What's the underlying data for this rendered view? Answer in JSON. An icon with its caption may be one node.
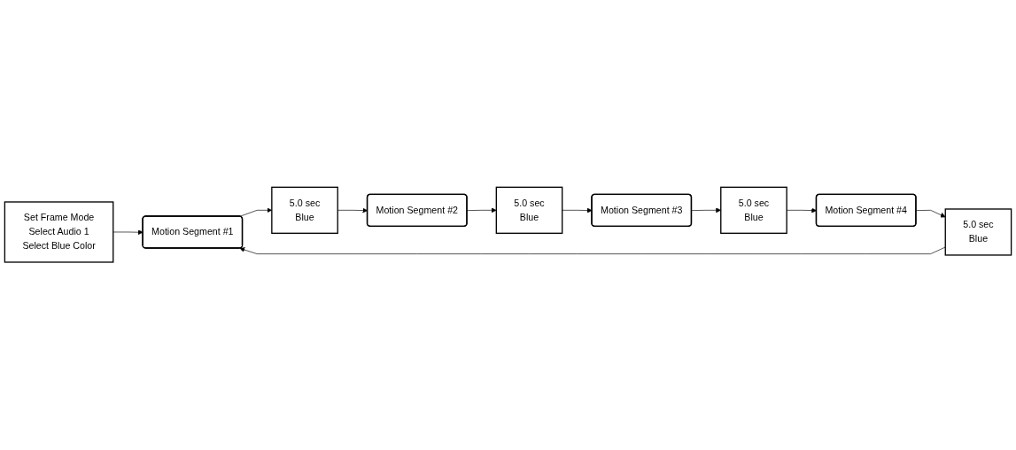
{
  "diagram": {
    "nodes": [
      {
        "text": [
          "Set Frame Mode",
          "Select Audio 1",
          "Select Blue Color"
        ]
      },
      {
        "text": [
          "Motion Segment #1"
        ]
      },
      {
        "text": [
          "5.0 sec",
          "Blue"
        ]
      },
      {
        "text": [
          "Motion Segment #2"
        ]
      },
      {
        "text": [
          "5.0 sec",
          "Blue"
        ]
      },
      {
        "text": [
          "Motion Segment #3"
        ]
      },
      {
        "text": [
          "5.0 sec",
          "Blue"
        ]
      },
      {
        "text": [
          "Motion Segment #4"
        ]
      },
      {
        "text": [
          "5.0 sec",
          "Blue"
        ]
      }
    ],
    "edges": [
      {
        "from": 0,
        "to": 1,
        "arrow": "to"
      },
      {
        "from": 1,
        "to": 2,
        "arrow": "to"
      },
      {
        "from": 2,
        "to": 3,
        "arrow": "to"
      },
      {
        "from": 3,
        "to": 4,
        "arrow": "to"
      },
      {
        "from": 4,
        "to": 5,
        "arrow": "to"
      },
      {
        "from": 5,
        "to": 6,
        "arrow": "to"
      },
      {
        "from": 6,
        "to": 7,
        "arrow": "to"
      },
      {
        "from": 7,
        "to": 8,
        "arrow": "to"
      },
      {
        "from": 8,
        "to": 1,
        "arrow": "to"
      }
    ]
  }
}
